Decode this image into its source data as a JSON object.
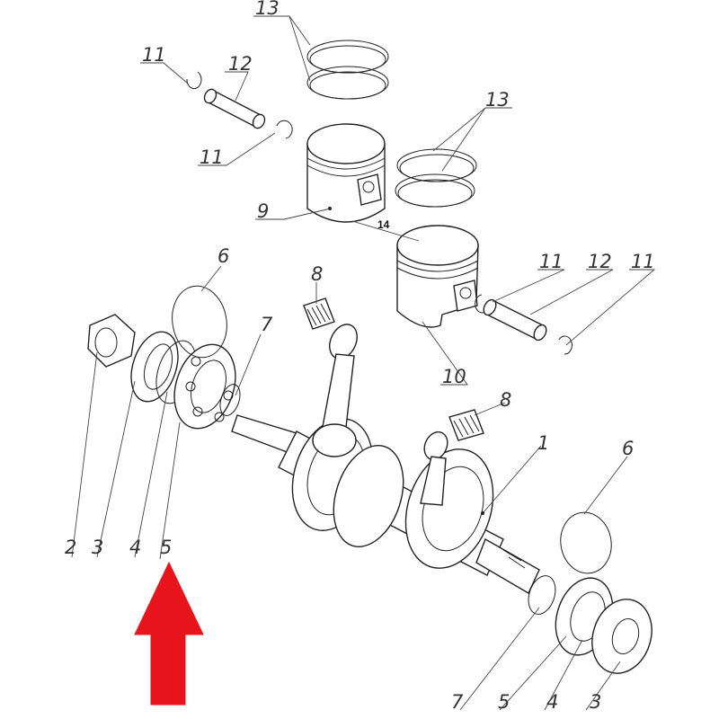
{
  "callouts": {
    "c13_top": "13",
    "c11_tl": "11",
    "c12_tl": "12",
    "c11_ml": "11",
    "c13_mid": "13",
    "c9": "9",
    "c14": "14",
    "c11_r1": "11",
    "c12_r": "12",
    "c11_r2": "11",
    "c10": "10",
    "c6_left": "6",
    "c7_left": "7",
    "c8_top": "8",
    "c8_mid": "8",
    "c1": "1",
    "c6_right": "6",
    "c2": "2",
    "c3_left": "3",
    "c4_left": "4",
    "c5_left": "5",
    "c7_bottom": "7",
    "c5_bottom": "5",
    "c4_bottom": "4",
    "c3_bottom": "3"
  },
  "colors": {
    "arrow": "#e8141c",
    "line": "#222222",
    "background": "#ffffff"
  },
  "indicator": {
    "icon": "red-up-arrow-icon",
    "points_to_callout": "5"
  }
}
